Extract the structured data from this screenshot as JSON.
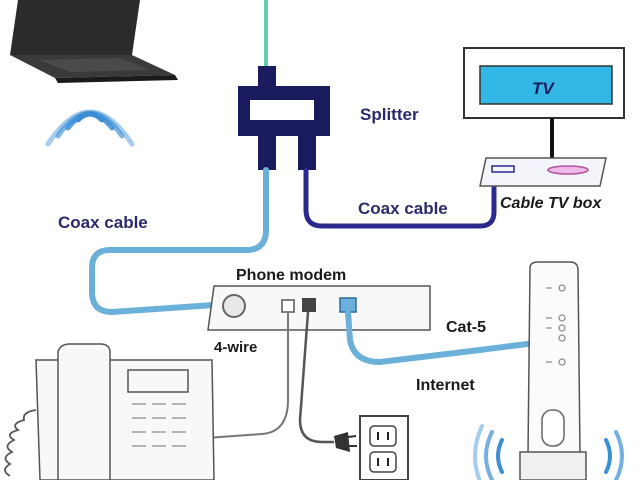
{
  "labels": {
    "splitter": "Splitter",
    "tv": "TV",
    "cable_tv_box": "Cable TV box",
    "coax_cable_left": "Coax cable",
    "coax_cable_right": "Coax cable",
    "phone_modem": "Phone modem",
    "four_wire": "4-wire",
    "cat5": "Cat-5",
    "internet": "Internet"
  },
  "colors": {
    "splitter_navy": "#1a1a5e",
    "coax_blue": "#6ab0d8",
    "coax_navy": "#2a2a8e",
    "antenna_green": "#5fd0b0",
    "tv_screen": "#33b8e6",
    "wifi_blue": "#3b8fd6",
    "label_navy": "#2b2b6b",
    "outline_gray": "#555555"
  }
}
